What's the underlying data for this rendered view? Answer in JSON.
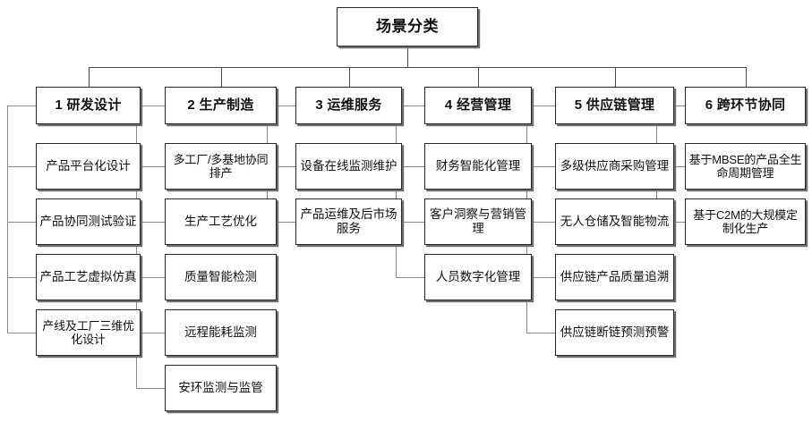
{
  "diagram": {
    "type": "org-tree",
    "title": "场景分类",
    "root": {
      "label": "场景分类"
    },
    "categories": [
      {
        "label": "1 研发设计",
        "children": [
          {
            "label": "产品平台化设计"
          },
          {
            "label": "产品协同测试验证"
          },
          {
            "label": "产品工艺虚拟仿真"
          },
          {
            "label": "产线及工厂三维优化设计"
          }
        ]
      },
      {
        "label": "2 生产制造",
        "children": [
          {
            "label": "多工厂/多基地协同排产"
          },
          {
            "label": "生产工艺优化"
          },
          {
            "label": "质量智能检测"
          },
          {
            "label": "远程能耗监测"
          },
          {
            "label": "安环监测与监管"
          }
        ]
      },
      {
        "label": "3 运维服务",
        "children": [
          {
            "label": "设备在线监测维护"
          },
          {
            "label": "产品运维及后市场服务"
          }
        ]
      },
      {
        "label": "4 经营管理",
        "children": [
          {
            "label": "财务智能化管理"
          },
          {
            "label": "客户洞察与营销管理"
          },
          {
            "label": "人员数字化管理"
          }
        ]
      },
      {
        "label": "5 供应链管理",
        "children": [
          {
            "label": "多级供应商采购管理"
          },
          {
            "label": "无人仓储及智能物流"
          },
          {
            "label": "供应链产品质量追溯"
          },
          {
            "label": "供应链断链预测预警"
          }
        ]
      },
      {
        "label": "6 跨环节协同",
        "children": [
          {
            "label": "基于MBSE的产品全生命周期管理"
          },
          {
            "label": "基于C2M的大规模定制化生产"
          }
        ]
      }
    ],
    "colors": {
      "background": "#ffffff",
      "box_border": "#262626",
      "box_shadow": "#6e6e6e",
      "connector": "#8a8a8a",
      "text": "#111111"
    }
  }
}
